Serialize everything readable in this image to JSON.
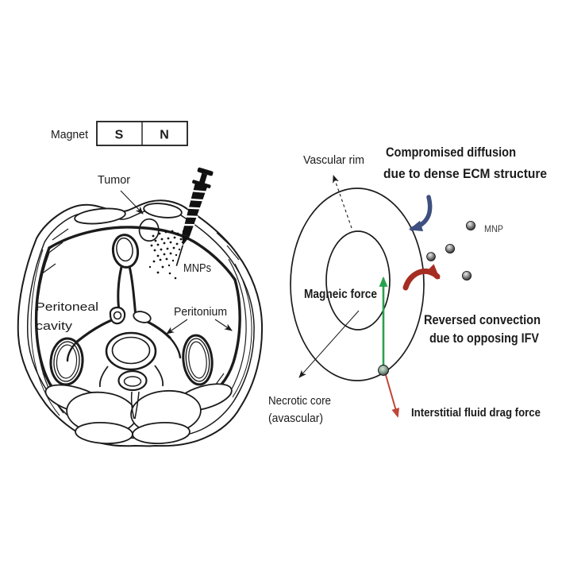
{
  "colors": {
    "ink": "#1b1b1b",
    "magnet_s": "#33306e",
    "magnet_n": "#9e3a3c",
    "magnetic_force_arrow": "#27a24b",
    "drag_arrow": "#c04637",
    "convection_arrow": "#a62d22",
    "diffusion_arrow": "#3e4f80"
  },
  "magnet": {
    "label": "Magnet",
    "south_pole": "S",
    "north_pole": "N"
  },
  "cross_section": {
    "tumor_label": "Tumor",
    "mnps_label": "MNPs",
    "peritoneal_cavity_line1": "Peritoneal",
    "peritoneal_cavity_line2": "cavity",
    "peritoneum_label": "Peritonium"
  },
  "schematic": {
    "vascular_rim_label": "Vascular rim",
    "diffusion_note_line1": "Compromised diffusion",
    "diffusion_note_line2": "due to dense ECM structure",
    "mnp_label": "MNP",
    "magnetic_force_label": "Magneic force",
    "convection_note_line1": "Reversed convection",
    "convection_note_line2": "due to opposing IFV",
    "drag_force_label": "Interstitial fluid drag force",
    "necrotic_core_line1": "Necrotic core",
    "necrotic_core_line2": "(avascular)"
  }
}
